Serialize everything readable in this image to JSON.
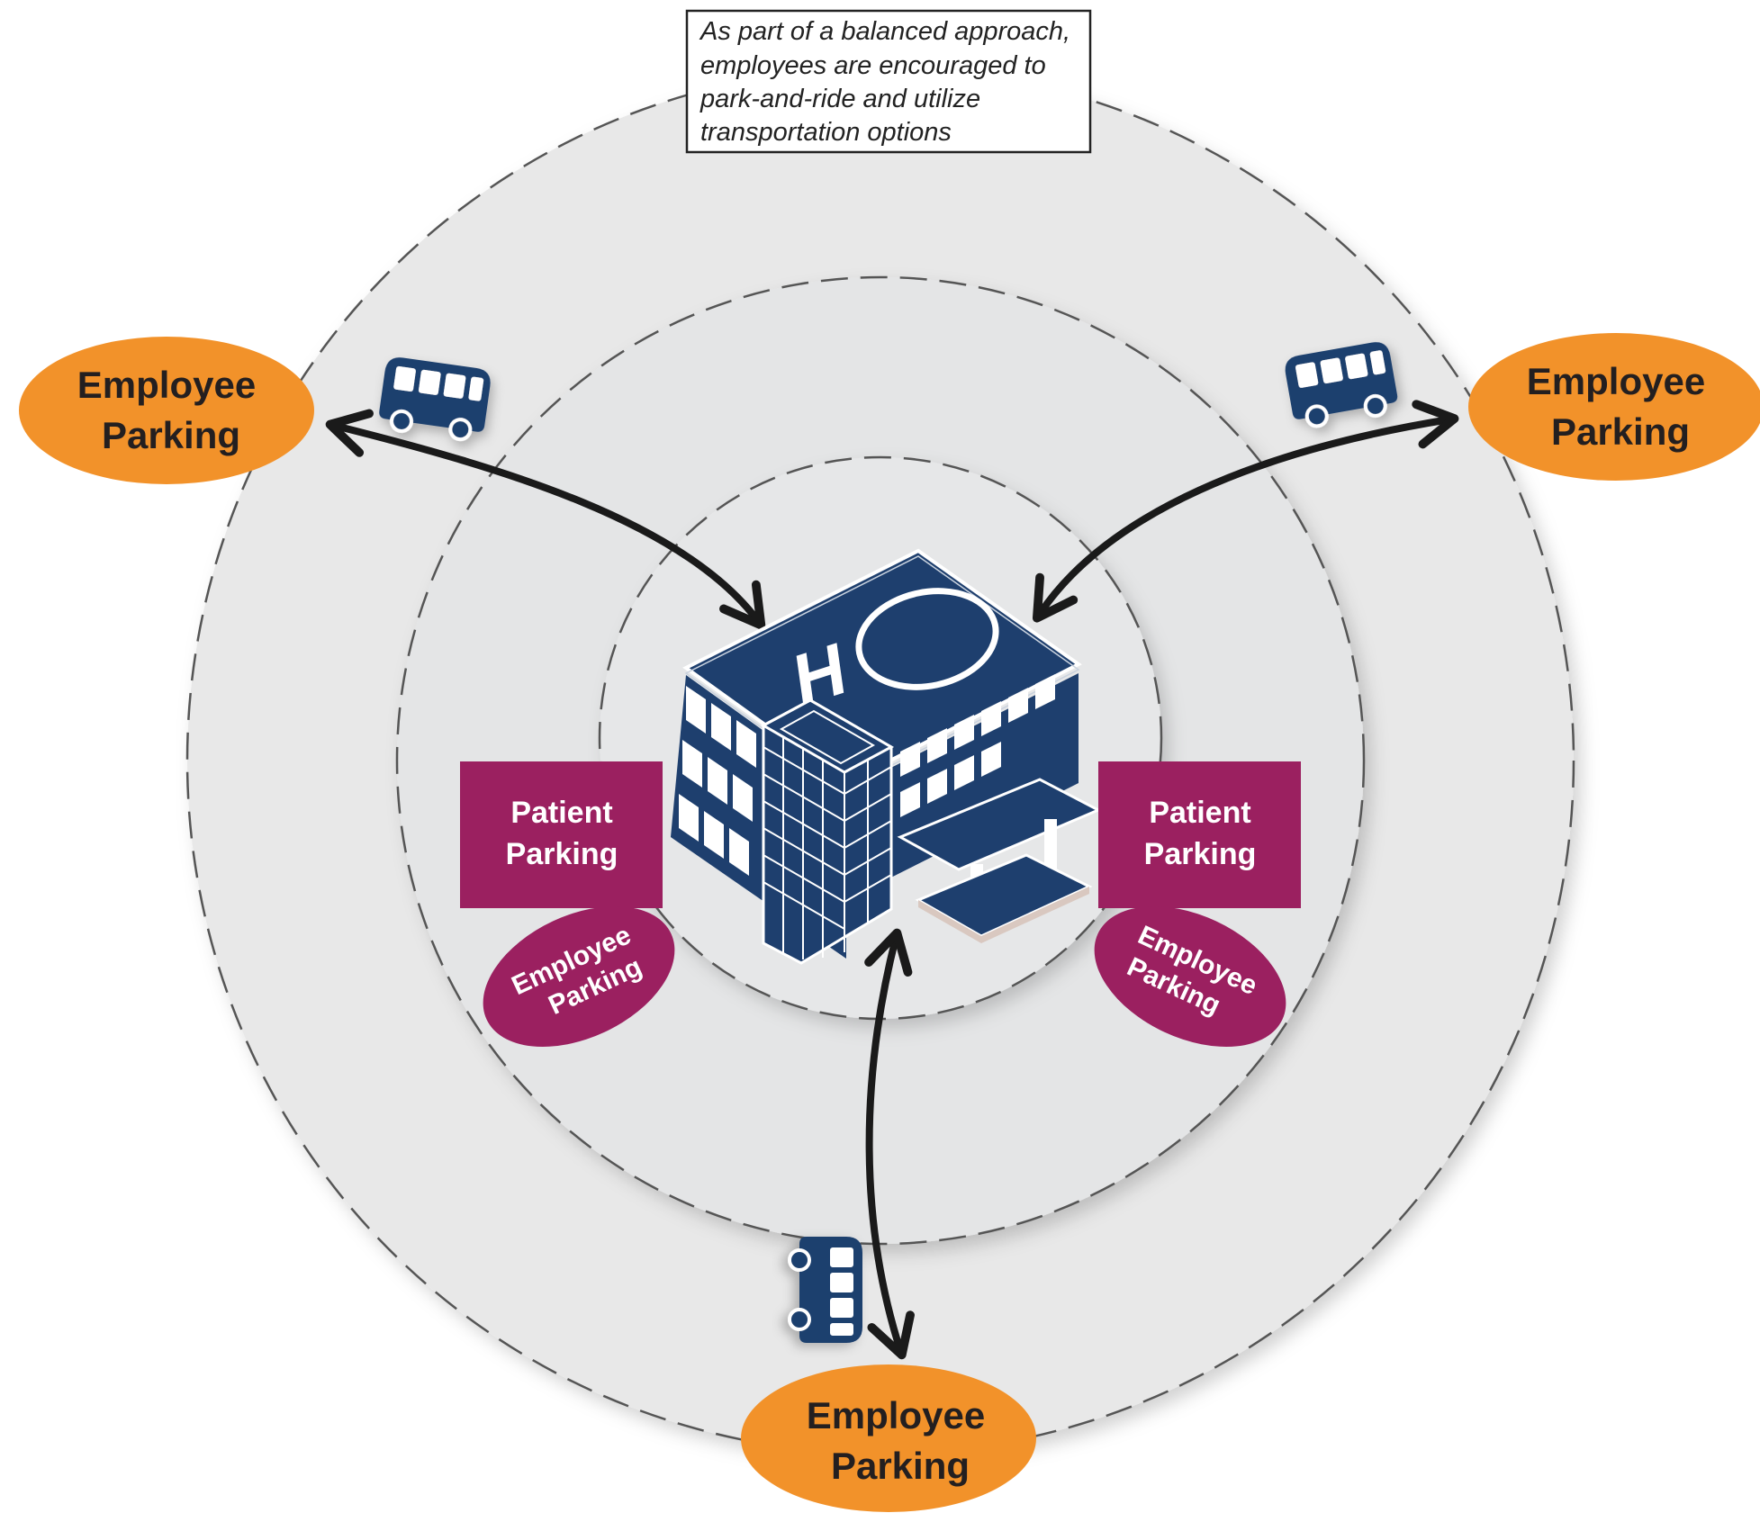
{
  "callout": {
    "lines": [
      "As part of a balanced approach,",
      "employees are encouraged to",
      "park-and-ride and utilize",
      "transportation options"
    ]
  },
  "remote_lots": {
    "left": {
      "line1": "Employee",
      "line2": "Parking"
    },
    "right": {
      "line1": "Employee",
      "line2": "Parking"
    },
    "bottom": {
      "line1": "Employee",
      "line2": "Parking"
    }
  },
  "patient_parking": {
    "left": {
      "line1": "Patient",
      "line2": "Parking"
    },
    "right": {
      "line1": "Patient",
      "line2": "Parking"
    }
  },
  "onsite_employee": {
    "left": {
      "line1": "Employee",
      "line2": "Parking"
    },
    "right": {
      "line1": "Employee",
      "line2": "Parking"
    }
  },
  "hospital": {
    "helipad_letter": "H"
  },
  "colors": {
    "outer_ring": "#e8e8e8",
    "ring_fill": "#e3e4e5",
    "orange": "#f2922a",
    "magenta": "#9b2060",
    "navy": "#1e3f6e",
    "arrow": "#1a1a1a",
    "text_dark": "#231f20"
  },
  "icons": [
    "bus-icon",
    "hospital-building-icon",
    "helipad-icon"
  ]
}
